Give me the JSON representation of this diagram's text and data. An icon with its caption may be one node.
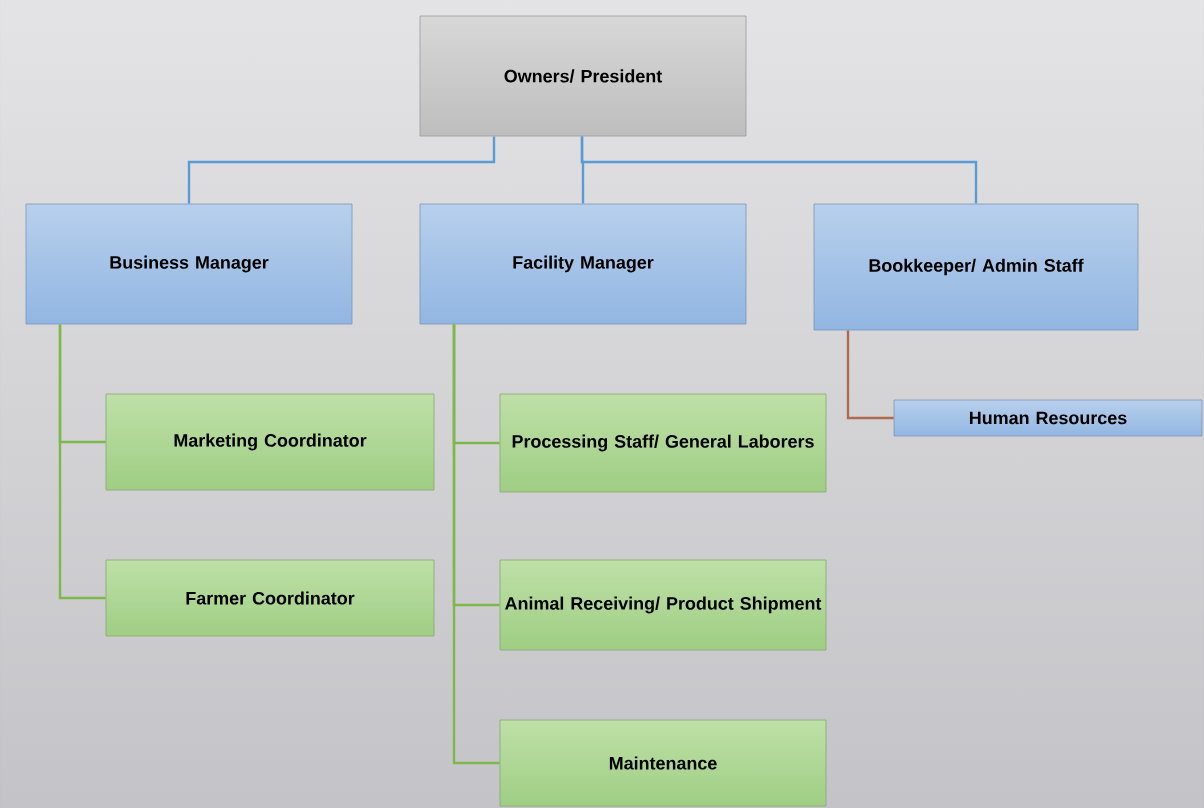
{
  "diagram": {
    "nodes": [
      {
        "text": [
          "Owners/ President"
        ]
      },
      {
        "text": [
          "Business Manager"
        ]
      },
      {
        "text": [
          "Facility Manager"
        ]
      },
      {
        "text": [
          "Bookkeeper/ Admin Staff"
        ]
      },
      {
        "text": [
          "Human Resources"
        ]
      },
      {
        "text": [
          "Marketing Coordinator"
        ]
      },
      {
        "text": [
          "Processing Staff/ General Laborers"
        ]
      },
      {
        "text": [
          "Farmer Coordinator"
        ]
      },
      {
        "text": [
          "Animal Receiving/ Product Shipment"
        ]
      },
      {
        "text": [
          "Maintenance"
        ]
      }
    ],
    "edges": [
      {
        "from": 0,
        "to": 1,
        "arrow": "none",
        "color": "#5b9bd5"
      },
      {
        "from": 0,
        "to": 2,
        "arrow": "none",
        "color": "#5b9bd5"
      },
      {
        "from": 0,
        "to": 3,
        "arrow": "none",
        "color": "#5b9bd5"
      },
      {
        "from": 3,
        "to": 4,
        "arrow": "none",
        "color": "#b06a50"
      },
      {
        "from": 1,
        "to": 5,
        "arrow": "none"
      },
      {
        "from": 1,
        "to": 7,
        "arrow": "none"
      },
      {
        "from": 2,
        "to": 6,
        "arrow": "none"
      },
      {
        "from": 2,
        "to": 8,
        "arrow": "none"
      },
      {
        "from": 2,
        "to": 9,
        "arrow": "none"
      }
    ]
  }
}
